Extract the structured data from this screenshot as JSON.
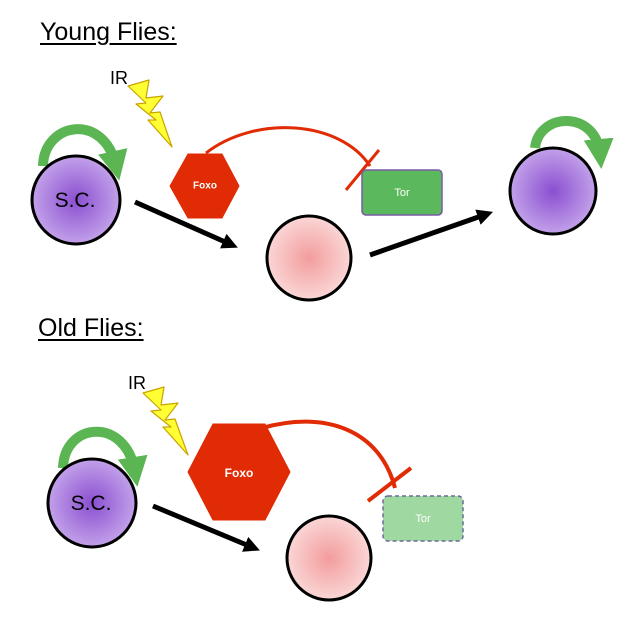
{
  "panels": {
    "young": {
      "heading": "Young Flies:",
      "stem_cell_label": "S.C.",
      "irradiation_label": "IR",
      "foxo_label": "Foxo",
      "tor_label": "Tor"
    },
    "old": {
      "heading": "Old Flies:",
      "stem_cell_label": "S.C.",
      "irradiation_label": "IR",
      "foxo_label": "Foxo",
      "tor_label": "Tor"
    }
  },
  "colors": {
    "stem_cell": "#9b6cd3",
    "progenitor": "#f3a5a5",
    "foxo": "#e02b05",
    "tor_active": "#5cb85c",
    "tor_reduced": "#9fd8a0",
    "inhibition": "#e02b05",
    "self_renewal": "#5ab552",
    "lightning": "#ffff33",
    "arrow": "#000000"
  }
}
